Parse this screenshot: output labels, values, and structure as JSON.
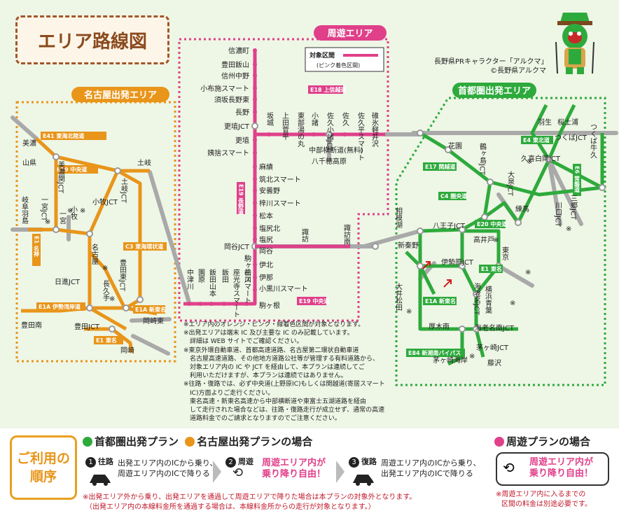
{
  "title": "エリア路線図",
  "credit": {
    "line1": "長野県PRキャラクター「アルクマ」",
    "line2": "©長野県アルクマ"
  },
  "legend": {
    "label": "対象区間",
    "sub": "(ピンク着色区間)"
  },
  "areas": {
    "nagoya": "名古屋出発エリア",
    "shuyu": "周遊エリア",
    "shutoken": "首都圏出発エリア"
  },
  "roads": [
    {
      "id": "E41",
      "label": "E41 東海北陸道",
      "color": "#e8951a"
    },
    {
      "id": "E19a",
      "label": "E19 中央道",
      "color": "#e8951a"
    },
    {
      "id": "E1n",
      "label": "E1 名神",
      "color": "#e8951a"
    },
    {
      "id": "C3",
      "label": "C3 東海環状道",
      "color": "#e8951a"
    },
    {
      "id": "E1A",
      "label": "E1A 伊勢湾岸道",
      "color": "#e8951a"
    },
    {
      "id": "E1Ab",
      "label": "E1A 新東名",
      "color": "#e8951a"
    },
    {
      "id": "E1t",
      "label": "E1 東名",
      "color": "#e8951a"
    },
    {
      "id": "E18",
      "label": "E18 上信越道",
      "color": "#e0408a"
    },
    {
      "id": "E19b",
      "label": "E19 長野道",
      "color": "#e0408a"
    },
    {
      "id": "E19c",
      "label": "E19 中央道",
      "color": "#e0408a"
    },
    {
      "id": "E4",
      "label": "E4 東北道",
      "color": "#2eaa3c"
    },
    {
      "id": "E6",
      "label": "E6 常磐道",
      "color": "#2eaa3c"
    },
    {
      "id": "E17",
      "label": "E17 関越道",
      "color": "#2eaa3c"
    },
    {
      "id": "C4",
      "label": "C4 圏央道",
      "color": "#2eaa3c"
    },
    {
      "id": "E20",
      "label": "E20 中央道",
      "color": "#2eaa3c"
    },
    {
      "id": "E1s",
      "label": "E1 東名",
      "color": "#2eaa3c"
    },
    {
      "id": "E1As",
      "label": "E1A 新東名",
      "color": "#2eaa3c"
    },
    {
      "id": "E84",
      "label": "E84 新湘南バイパス",
      "color": "#2eaa3c"
    }
  ],
  "stations": {
    "shuyu_main": [
      "信濃町",
      "豊田飯山",
      "信州中野",
      "小布施スマート",
      "須坂長野東",
      "長野",
      "更埴JCT",
      "更埴",
      "姨捨スマート",
      "麻績",
      "筑北スマート",
      "安曇野",
      "梓川スマート",
      "松本",
      "塩尻北",
      "塩尻",
      "岡谷",
      "岡谷JCT"
    ],
    "shuyu_east": [
      "坂城",
      "上田菅平",
      "東部湯の丸",
      "小諸",
      "佐久小諸JCT",
      "佐久",
      "佐久平スマート",
      "碓氷軽井沢"
    ],
    "chubu": [
      "中部横断道(無料)",
      "八千穂高原"
    ],
    "shuyu_south": [
      "伊北",
      "伊那",
      "小黒川スマート",
      "駒ヶ根",
      "中津川",
      "園原",
      "飯田山本",
      "飯田",
      "座光寺スマート",
      "松川",
      "駒ヶ岳スマート"
    ],
    "suwa": [
      "諏訪",
      "諏訪南"
    ],
    "nagoya": [
      "美濃",
      "山県",
      "美濃関JCT",
      "岐阜羽島",
      "一宮JCT",
      "一宮",
      "小牧",
      "小牧JCT",
      "土岐",
      "土岐JCT",
      "名古屋",
      "豊田東JCT",
      "日進JCT",
      "長久手",
      "豊田南",
      "豊田JCT",
      "岡崎東",
      "岡崎"
    ],
    "nagoya_marks": [
      "※",
      "※",
      "※",
      "※",
      "※"
    ],
    "shutoken": [
      "相模湖",
      "八王子JCT",
      "高井戸",
      "新秦野",
      "伊勢原JCT",
      "大井松田",
      "東京",
      "厚木南",
      "海老名JCT",
      "横浜青葉",
      "海老名南JCT",
      "茅ヶ崎JCT",
      "藤沢",
      "茅ヶ崎海岸",
      "花園",
      "鶴ヶ島JCT",
      "大泉JCT",
      "練馬",
      "羽生",
      "久喜白岡JCT",
      "桜土浦",
      "つくばJCT",
      "つくば牛久",
      "川口JCT",
      "三郷JCT"
    ],
    "shutoken_marks": [
      "※",
      "※",
      "※",
      "※",
      "※",
      "※",
      "※"
    ]
  },
  "notes": [
    "※エリア内のオレンジ・ピンク・緑着色区間が対象となります。",
    "※出発エリアは端末 IC 及び主要な IC のみ記載しています。",
    "　詳細は WEB サイトでご確認ください。",
    "※東京外環自動車道、首都高速道路、名古屋第二環状自動車道",
    "　名古屋高速道路、その他地方道路公社等が管理する有料道路から、",
    "　対象エリア内の IC や JCT を経由して、本プランは連続してご",
    "　利用いただけますが、本プランは連続ではありません。",
    "※往路・復路では、必ず中央道(上野原IC)もしくは関越道(寄居スマート",
    "　IC)方面よりご走行ください。",
    "　東名高速・新東名高速から中部横断道や東富士五湖道路を経由",
    "　して走行された場合などは、往路・復路走行が成立せず、通常の高速",
    "　道路料金でのご請求となりますのでご注意ください。"
  ],
  "usage": {
    "label1": "ご利用の",
    "label2": "順序",
    "head_a": "首都圏出発プラン",
    "head_b": "名古屋出発プランの場合",
    "head_c": "周遊プランの場合",
    "step1_num": "1",
    "step1_title": "往路",
    "step1_text1": "出発エリア内のICから乗り、",
    "step1_text2": "周遊エリア内のICで降りる",
    "step2_num": "2",
    "step2_title": "周遊",
    "step2_text1": "周遊エリア内が",
    "step2_text2": "乗り降り自由！",
    "step3_num": "3",
    "step3_title": "復路",
    "step3_text1": "周遊エリア内のICから乗り、",
    "step3_text2": "出発エリア内のICで降りる",
    "shuyu_text1": "周遊エリア内が",
    "shuyu_text2": "乗り降り自由！",
    "foot1": "※出発エリア外から乗り、出発エリアを通過して周遊エリアで降りた場合は本プランの対象外となります。",
    "foot2": "（出発エリア内の本線料金所を通過する場合は、本線料金所からの走行が対象となります。）",
    "foot3": "※周遊エリア内に入るまでの",
    "foot4": "区間の料金は別途必要です。"
  },
  "colors": {
    "orange": "#e8951a",
    "pink": "#e0408a",
    "green": "#2eaa3c",
    "gray": "#a9a9a9",
    "brown": "#8a4a1e"
  }
}
